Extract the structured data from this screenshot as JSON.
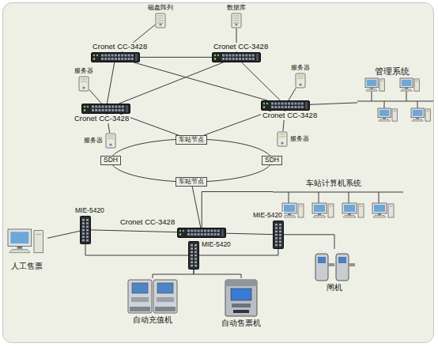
{
  "diagram": {
    "nodes": [
      {
        "text": [
          "Cronet CC-3428"
        ]
      },
      {
        "text": [
          "Cronet CC-3428"
        ]
      },
      {
        "text": [
          "Cronet CC-3428"
        ]
      },
      {
        "text": [
          "Cronet CC-3428"
        ]
      },
      {
        "text": [
          "磁盘阵列"
        ]
      },
      {
        "text": [
          "数据库"
        ]
      },
      {
        "text": [
          "服务器"
        ]
      },
      {
        "text": [
          "服务器"
        ]
      },
      {
        "text": [
          "服务器"
        ]
      },
      {
        "text": [
          "服务器"
        ]
      },
      {
        "text": [
          "管理系统"
        ]
      },
      {
        "text": [
          "车站节点"
        ]
      },
      {
        "text": [
          "SDH"
        ]
      },
      {
        "text": [
          "SDH"
        ]
      },
      {
        "text": [
          "车站节点"
        ]
      },
      {
        "text": [
          "Cronet CC-3428"
        ]
      },
      {
        "text": [
          "车站计算机系统"
        ]
      },
      {
        "text": [
          "MIE-5420"
        ]
      },
      {
        "text": [
          "MIE-5420"
        ]
      },
      {
        "text": [
          "MIE-5420"
        ]
      },
      {
        "text": [
          "人工售票"
        ]
      },
      {
        "text": [
          "自动充值机"
        ]
      },
      {
        "text": [
          "自动售票机"
        ]
      },
      {
        "text": [
          "闸机"
        ]
      }
    ],
    "edges": [
      {
        "from": 0,
        "to": 1,
        "arrow": "none"
      },
      {
        "from": 0,
        "to": 2,
        "arrow": "none"
      },
      {
        "from": 0,
        "to": 3,
        "arrow": "none"
      },
      {
        "from": 1,
        "to": 2,
        "arrow": "none"
      },
      {
        "from": 1,
        "to": 3,
        "arrow": "none"
      },
      {
        "from": 4,
        "to": 0,
        "arrow": "none"
      },
      {
        "from": 5,
        "to": 1,
        "arrow": "none"
      },
      {
        "from": 6,
        "to": 2,
        "arrow": "none"
      },
      {
        "from": 7,
        "to": 2,
        "arrow": "none"
      },
      {
        "from": 8,
        "to": 3,
        "arrow": "none"
      },
      {
        "from": 9,
        "to": 3,
        "arrow": "none"
      },
      {
        "from": 3,
        "to": 10,
        "arrow": "none"
      },
      {
        "from": 2,
        "to": 11,
        "arrow": "none"
      },
      {
        "from": 3,
        "to": 11,
        "arrow": "none"
      },
      {
        "from": 11,
        "to": 12,
        "arrow": "none"
      },
      {
        "from": 12,
        "to": 14,
        "arrow": "none"
      },
      {
        "from": 14,
        "to": 13,
        "arrow": "none"
      },
      {
        "from": 13,
        "to": 11,
        "arrow": "none"
      },
      {
        "from": 14,
        "to": 15,
        "arrow": "none"
      },
      {
        "from": 15,
        "to": 16,
        "arrow": "none"
      },
      {
        "from": 17,
        "to": 15,
        "arrow": "none"
      },
      {
        "from": 15,
        "to": 18,
        "arrow": "none"
      },
      {
        "from": 17,
        "to": 19,
        "arrow": "none"
      },
      {
        "from": 19,
        "to": 18,
        "arrow": "none"
      },
      {
        "from": 17,
        "to": 20,
        "arrow": "none"
      },
      {
        "from": 19,
        "to": 21,
        "arrow": "none"
      },
      {
        "from": 19,
        "to": 22,
        "arrow": "none"
      },
      {
        "from": 18,
        "to": 23,
        "arrow": "none"
      }
    ]
  }
}
